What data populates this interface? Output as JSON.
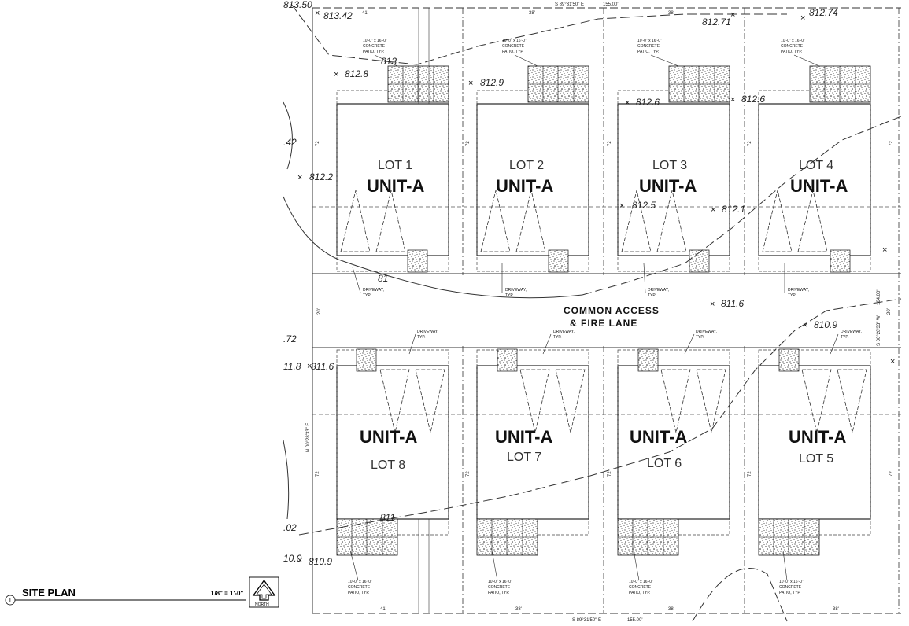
{
  "lots": [
    {
      "lot": "LOT 1",
      "unit": "UNIT-A"
    },
    {
      "lot": "LOT 2",
      "unit": "UNIT-A"
    },
    {
      "lot": "LOT 3",
      "unit": "UNIT-A"
    },
    {
      "lot": "LOT 4",
      "unit": "UNIT-A"
    },
    {
      "lot": "LOT 5",
      "unit": "UNIT-A"
    },
    {
      "lot": "LOT 6",
      "unit": "UNIT-A"
    },
    {
      "lot": "LOT 7",
      "unit": "UNIT-A"
    },
    {
      "lot": "LOT 8",
      "unit": "UNIT-A"
    }
  ],
  "lane": {
    "line1": "COMMON ACCESS",
    "line2": "&  FIRE  LANE"
  },
  "notes": {
    "patio_l1": "10'-0\" x 16'-0\"",
    "patio_l2": "CONCRETE",
    "patio_l3": "PATIO, TYP.",
    "drive_l1": "DRIVEWAY,",
    "drive_l2": "TYP."
  },
  "elevations": [
    "813.50",
    "813.42",
    "812.8",
    "813",
    "812.9",
    "812.71",
    "812.74",
    "812.6",
    "812.6",
    "812.2",
    ".42",
    "812.5",
    "812.1",
    "811.6",
    ".72",
    "11.8",
    "811.6",
    "810.9",
    "811",
    ".02",
    "10.0",
    "810.9",
    "81"
  ],
  "dimensions": {
    "top_bearing": "S 89°31'50\" E",
    "top_length": "155.00'",
    "bottom_bearing": "S 89°31'50\" E",
    "bottom_length": "155.00'",
    "east_bearing": "S 00°28'33\" W",
    "east_length": "164.00'",
    "west_bearing": "N 00°28'33\" E",
    "width_41": "41'",
    "width_38": "38'",
    "depth_72": "72",
    "lane_20": "20'"
  },
  "title": {
    "number": "1",
    "name": "SITE PLAN",
    "scale": "1/8\" = 1'-0\"",
    "north": "NORTH"
  }
}
